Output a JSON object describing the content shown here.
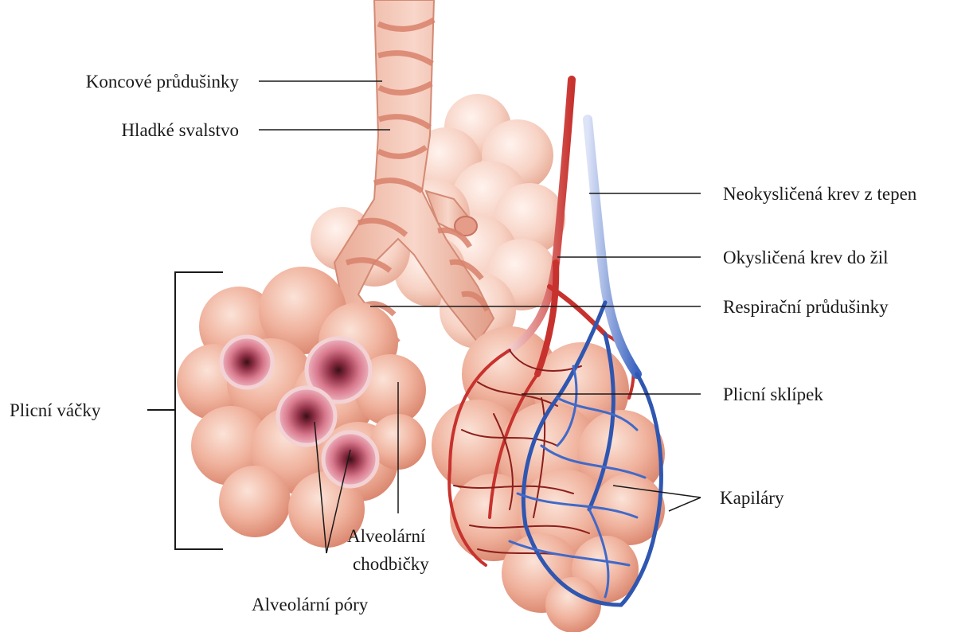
{
  "labels": {
    "terminal_bronchioles": "Koncové průdušinky",
    "smooth_muscle": "Hladké svalstvo",
    "alveolar_sacs": "Plicní váčky",
    "alveolar_pores": "Alveolární póry",
    "alveolar_ducts_line1": "Alveolární",
    "alveolar_ducts_line2": "chodbičky",
    "deoxygenated_blood": "Neokysličená krev z tepen",
    "oxygenated_blood": "Okysličená krev do žil",
    "respiratory_bronchioles": "Respirační průdušinky",
    "alveolus": "Plicní sklípek",
    "capillaries": "Kapiláry"
  },
  "colors": {
    "tissue": "#efb3a0",
    "tissue_dark": "#d98670",
    "artery": "#c8322e",
    "vein": "#2f56b0",
    "pore": "#c7647a",
    "leader": "#1a1a1a"
  }
}
